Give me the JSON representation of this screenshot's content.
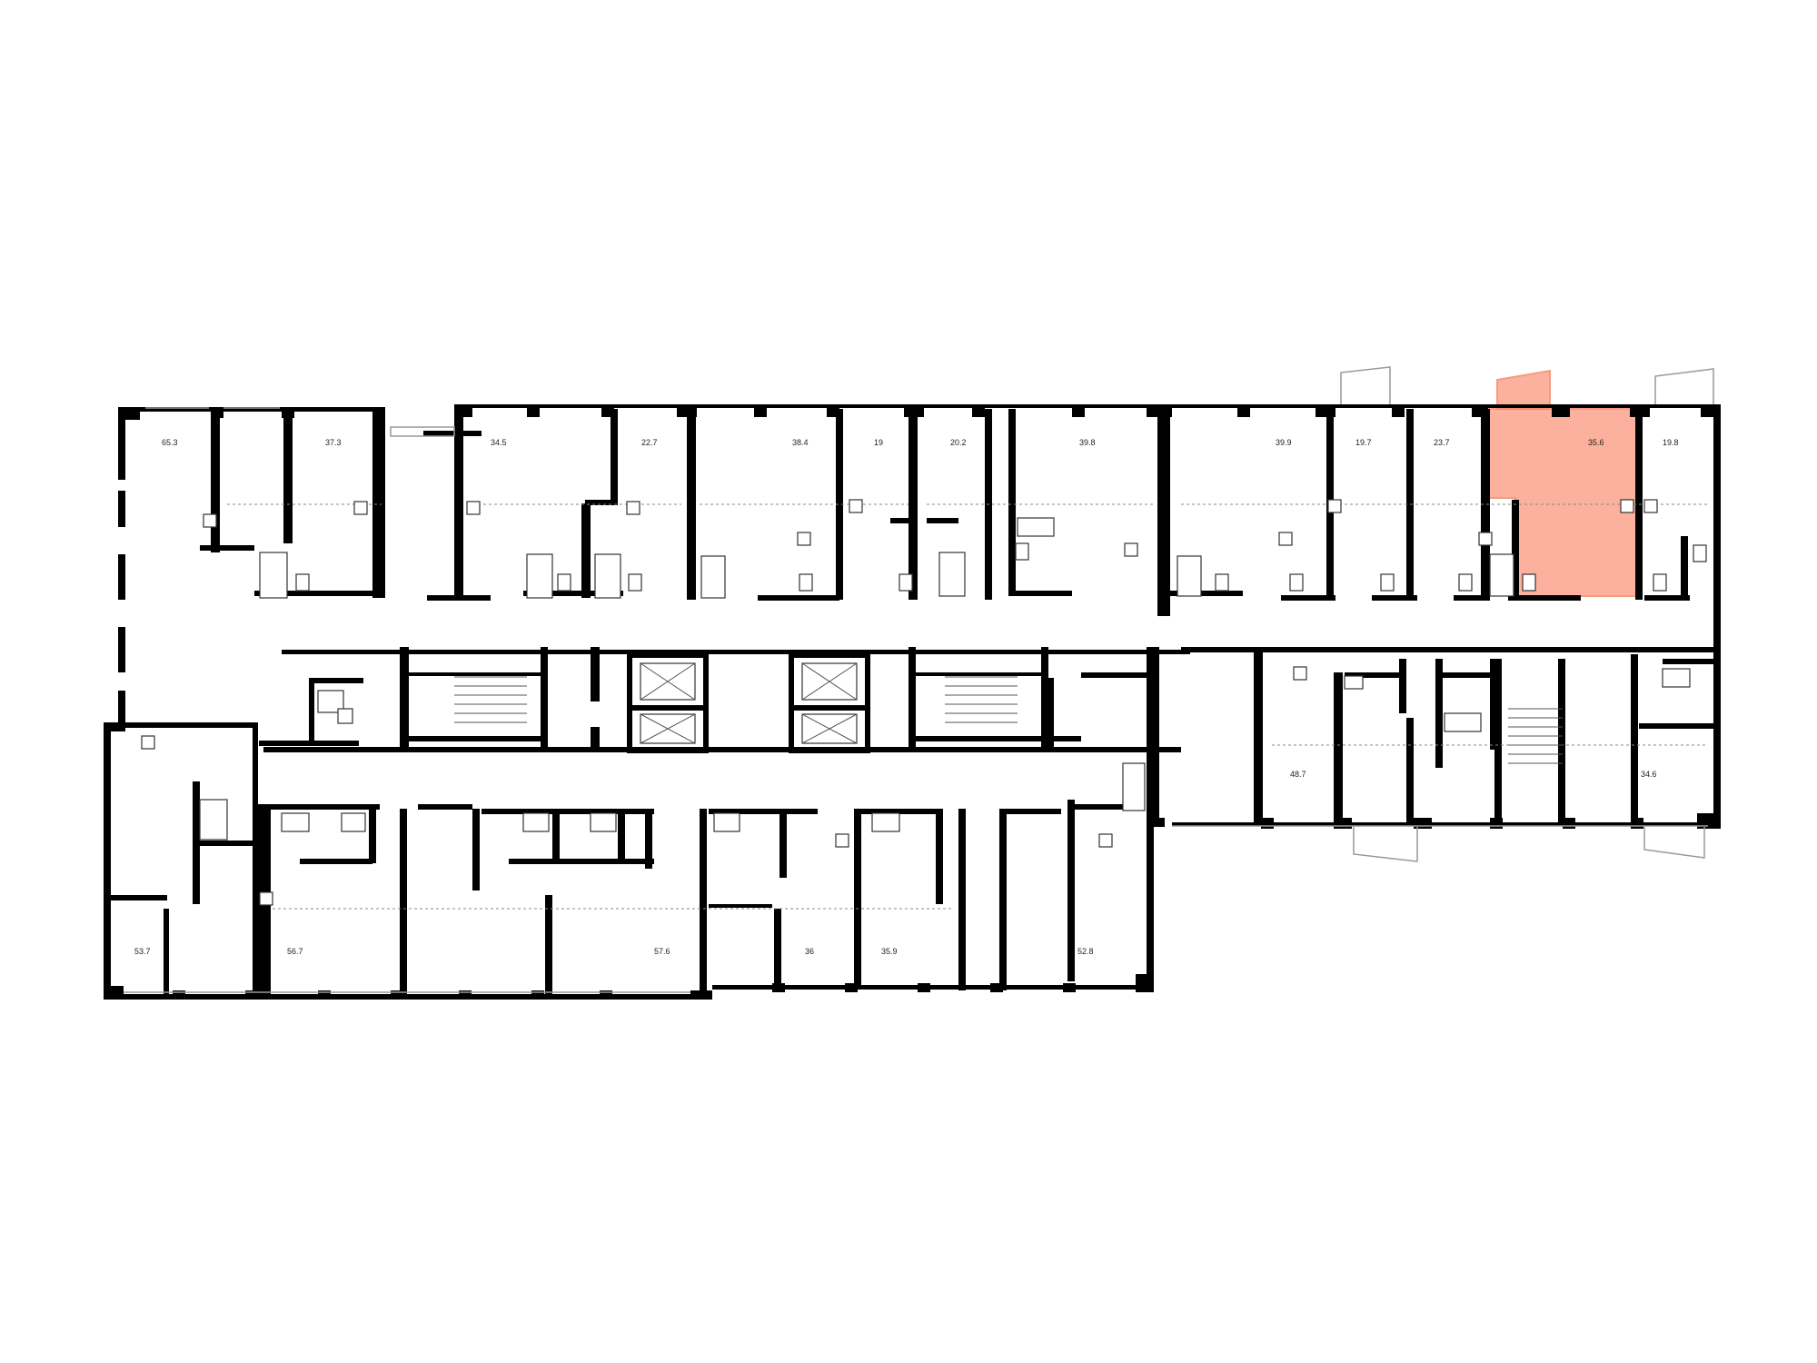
{
  "highlight_color": "#f48a6a",
  "highlight_fill": "#fba48c",
  "highlighted_area": "35.6",
  "apartments_top": [
    {
      "area": "65.3"
    },
    {
      "area": "37.3"
    },
    {
      "area": "34.5"
    },
    {
      "area": "22.7"
    },
    {
      "area": "38.4"
    },
    {
      "area": "19"
    },
    {
      "area": "20.2"
    },
    {
      "area": "39.8"
    },
    {
      "area": "39.9"
    },
    {
      "area": "19.7"
    },
    {
      "area": "23.7"
    },
    {
      "area": "35.6"
    },
    {
      "area": "19.8"
    }
  ],
  "apartments_bottom": [
    {
      "area": "53.7"
    },
    {
      "area": "56.7"
    },
    {
      "area": "57.6"
    },
    {
      "area": "36"
    },
    {
      "area": "35.9"
    },
    {
      "area": "52.8"
    },
    {
      "area": "48.7"
    },
    {
      "area": "34.6"
    }
  ]
}
